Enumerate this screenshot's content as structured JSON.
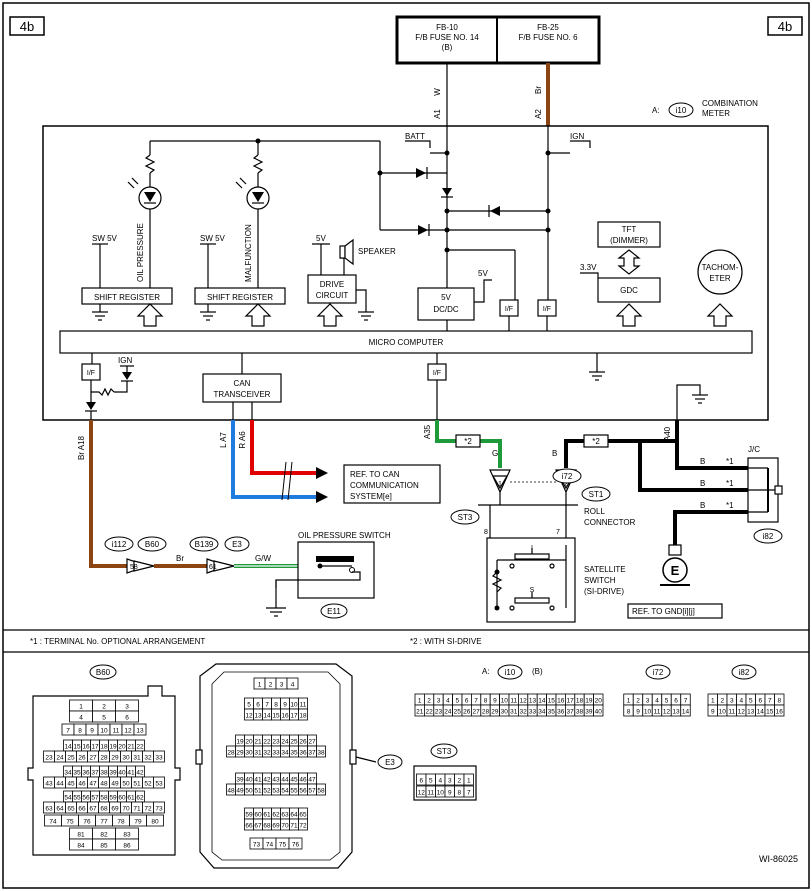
{
  "page_tags": {
    "left": "4b",
    "right": "4b"
  },
  "fuses": [
    {
      "line1": "FB-10",
      "line2": "F/B FUSE NO. 14",
      "line3": "(B)"
    },
    {
      "line1": "FB-25",
      "line2": "F/B FUSE NO. 6",
      "line3": ""
    }
  ],
  "wire_labels": {
    "w_a1_color": "W",
    "w_a1_pin": "A1",
    "w_a2_color": "Br",
    "w_a2_pin": "A2",
    "a18": "Br A18",
    "a7": "L  A7",
    "a6": "R  A6",
    "a35": "A35",
    "g": "G",
    "b_roll": "B",
    "a40": "A40",
    "jc_b1": "B",
    "jc_b2": "B",
    "jc_b3": "B",
    "br_mid": "Br",
    "gw": "G/W",
    "pin8": "8",
    "pin7": "7",
    "pin1": "1",
    "pin2": "2",
    "pin58": "58",
    "pin61": "61",
    "star1a": "*1",
    "star1b": "*1",
    "star1c": "*1",
    "star2a": "*2",
    "star2b": "*2"
  },
  "meter": {
    "code_label": "A:",
    "connector": "i10",
    "title_line1": "COMBINATION",
    "title_line2": "METER",
    "batt": "BATT",
    "ign": "IGN",
    "ign2": "IGN",
    "oil_pressure": "OIL PRESSURE",
    "malfunction": "MALFUNCTION",
    "sw5v_1": "SW 5V",
    "sw5v_2": "SW 5V",
    "v5_drive": "5V",
    "v5_dc": "5V",
    "v33": "3.3V",
    "speaker": "SPEAKER",
    "drive_circuit_1": "DRIVE",
    "drive_circuit_2": "CIRCUIT",
    "shift_register_1": "SHIFT REGISTER",
    "shift_register_2": "SHIFT REGISTER",
    "dcdc_1": "5V",
    "dcdc_2": "DC/DC",
    "if_1": "I/F",
    "if_2": "I/F",
    "if_3": "I/F",
    "if_4": "I/F",
    "tft_1": "TFT",
    "tft_2": "(DIMMER)",
    "gdc": "GDC",
    "tacho_1": "TACHOM-",
    "tacho_2": "ETER",
    "micro": "MICRO COMPUTER",
    "can_1": "CAN",
    "can_2": "TRANSCEIVER"
  },
  "ref_can": {
    "line1": "REF. TO CAN",
    "line2": "COMMUNICATION",
    "line3": "SYSTEM[e]"
  },
  "connectors": {
    "i112": "i112",
    "b60": "B60",
    "b139": "B139",
    "e3": "E3",
    "e11": "E11",
    "i72": "i72",
    "st1": "ST1",
    "st3": "ST3",
    "i82": "i82",
    "jc": "J/C",
    "gnd_e": "E"
  },
  "components": {
    "oil_switch": "OIL PRESSURE SWITCH",
    "roll_1": "ROLL",
    "roll_2": "CONNECTOR",
    "sat_1": "SATELLITE",
    "sat_2": "SWITCH",
    "sat_3": "(SI-DRIVE)",
    "sat_I": "I",
    "sat_S": "S",
    "ref_gnd": "REF. TO GND[i][j]"
  },
  "notes": {
    "note1": "*1  : TERMINAL No. OPTIONAL ARRANGEMENT",
    "note2": "*2  : WITH SI-DRIVE"
  },
  "layouts": {
    "b60_label": "B60",
    "e3_label": "E3",
    "i10_prefix": "A:",
    "i10_label": "i10",
    "i10_suffix": "(B)",
    "i72_label": "i72",
    "i82_label": "i82",
    "st3_label": "ST3",
    "b60_rows": [
      [
        "1",
        "2",
        "3"
      ],
      [
        "4",
        "5",
        "6"
      ],
      [
        "7",
        "8",
        "9",
        "10",
        "11",
        "12",
        "13"
      ],
      [
        "14",
        "15",
        "16",
        "17",
        "18",
        "19",
        "20",
        "21",
        "22"
      ],
      [
        "23",
        "24",
        "25",
        "26",
        "27",
        "28",
        "29",
        "30",
        "31",
        "32",
        "33"
      ],
      [
        "34",
        "35",
        "36",
        "37",
        "38",
        "39",
        "40",
        "41",
        "42"
      ],
      [
        "43",
        "44",
        "45",
        "46",
        "47",
        "48",
        "49",
        "50",
        "51",
        "52",
        "53"
      ],
      [
        "54",
        "55",
        "56",
        "57",
        "58",
        "59",
        "60",
        "61",
        "62"
      ],
      [
        "63",
        "64",
        "65",
        "66",
        "67",
        "68",
        "69",
        "70",
        "71",
        "72",
        "73"
      ],
      [
        "74",
        "75",
        "76",
        "77",
        "78",
        "79",
        "80"
      ],
      [
        "81",
        "82",
        "83"
      ],
      [
        "84",
        "85",
        "86"
      ]
    ],
    "e3_rows": [
      [
        "1",
        "2",
        "3",
        "4"
      ],
      [
        "5",
        "6",
        "7",
        "8",
        "9",
        "10",
        "11"
      ],
      [
        "12",
        "13",
        "14",
        "15",
        "16",
        "17",
        "18"
      ],
      [
        "19",
        "20",
        "21",
        "22",
        "23",
        "24",
        "25",
        "26",
        "27"
      ],
      [
        "28",
        "29",
        "30",
        "31",
        "32",
        "33",
        "34",
        "35",
        "36",
        "37",
        "38"
      ],
      [
        "39",
        "40",
        "41",
        "42",
        "43",
        "44",
        "45",
        "46",
        "47"
      ],
      [
        "48",
        "49",
        "50",
        "51",
        "52",
        "53",
        "54",
        "55",
        "56",
        "57",
        "58"
      ],
      [
        "59",
        "60",
        "61",
        "62",
        "63",
        "64",
        "65"
      ],
      [
        "66",
        "67",
        "68",
        "69",
        "70",
        "71",
        "72"
      ],
      [
        "73",
        "74",
        "75",
        "76"
      ]
    ],
    "i10_rows": [
      [
        "1",
        "2",
        "3",
        "4",
        "5",
        "6",
        "7",
        "8",
        "9",
        "10",
        "11",
        "12",
        "13",
        "14",
        "15",
        "16",
        "17",
        "18",
        "19",
        "20"
      ],
      [
        "21",
        "22",
        "23",
        "24",
        "25",
        "26",
        "27",
        "28",
        "29",
        "30",
        "31",
        "32",
        "33",
        "34",
        "35",
        "36",
        "37",
        "38",
        "39",
        "40"
      ]
    ],
    "i72_rows": [
      [
        "1",
        "2",
        "3",
        "4",
        "5",
        "6",
        "7"
      ],
      [
        "8",
        "9",
        "10",
        "11",
        "12",
        "13",
        "14"
      ]
    ],
    "i82_rows": [
      [
        "1",
        "2",
        "3",
        "4",
        "5",
        "6",
        "7",
        "8"
      ],
      [
        "9",
        "10",
        "11",
        "12",
        "13",
        "14",
        "15",
        "16"
      ]
    ],
    "st3_rows": [
      [
        "6",
        "5",
        "4",
        "3",
        "2",
        "1"
      ],
      [
        "12",
        "11",
        "10",
        "9",
        "8",
        "7"
      ]
    ]
  },
  "figure_id": "WI-86025",
  "colors": {
    "brown": "#8B4513",
    "red": "#e00000",
    "blue": "#1e7be0",
    "green": "#1f9a3a",
    "black": "#000000"
  }
}
